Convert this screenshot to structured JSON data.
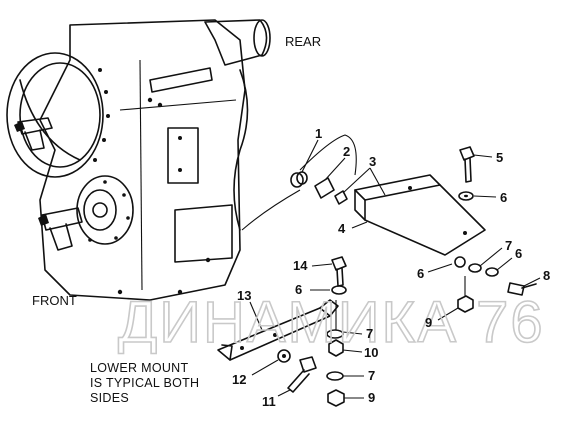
{
  "labels": {
    "rear": "REAR",
    "front": "FRONT",
    "note_line1": "LOWER MOUNT",
    "note_line2": "IS TYPICAL BOTH",
    "note_line3": "SIDES"
  },
  "callouts": [
    "1",
    "2",
    "3",
    "4",
    "5",
    "6",
    "6",
    "6",
    "6",
    "7",
    "7",
    "7",
    "8",
    "9",
    "9",
    "10",
    "11",
    "12",
    "13",
    "14"
  ],
  "watermark": "ДИНАМИКА 76",
  "colors": {
    "ink": "#111111",
    "watermark": "#c9c9c9",
    "background": "#ffffff"
  }
}
